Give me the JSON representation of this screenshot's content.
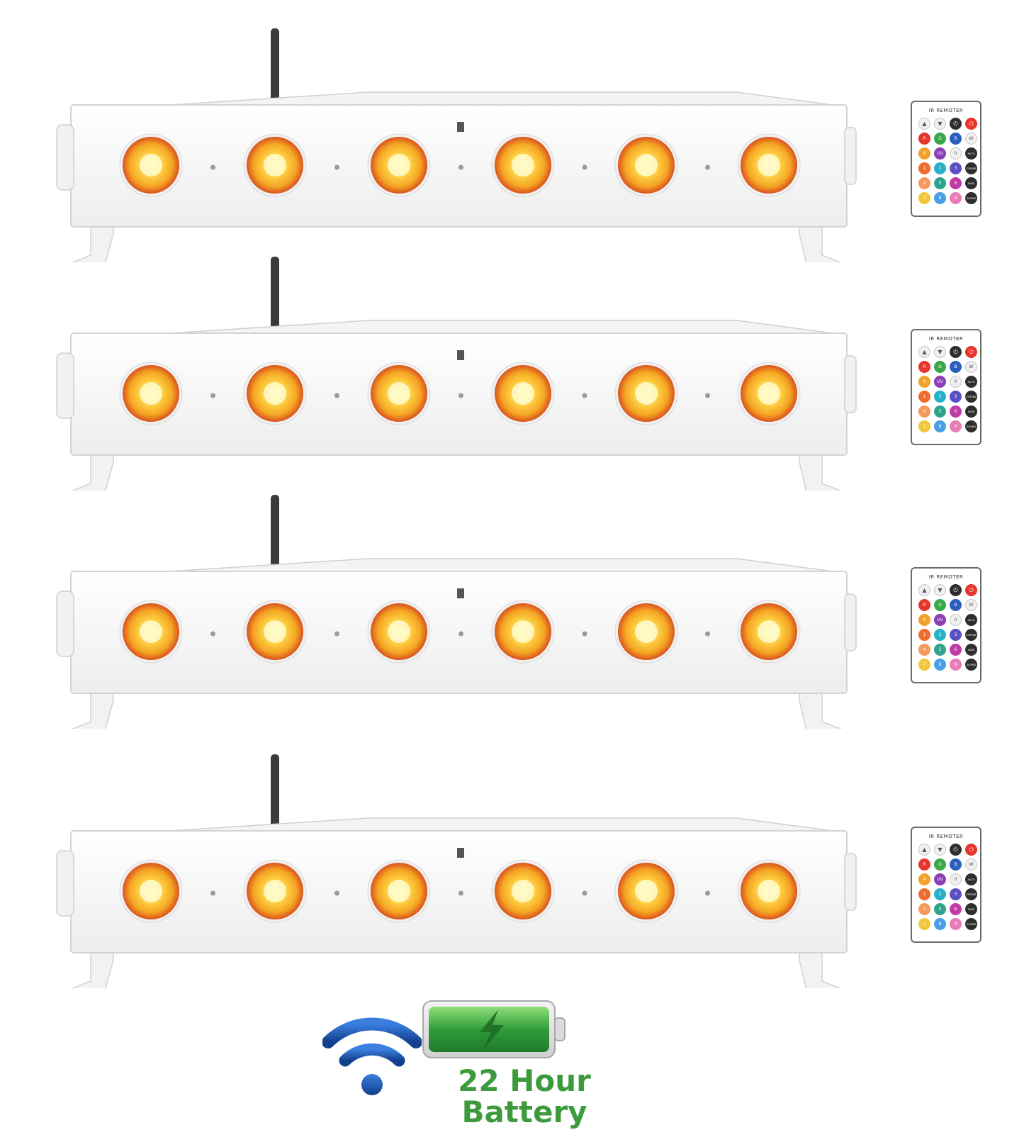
{
  "product_units": [
    {
      "id": "unit-1",
      "led_count": 6
    },
    {
      "id": "unit-2",
      "led_count": 6
    },
    {
      "id": "unit-3",
      "led_count": 6
    },
    {
      "id": "unit-4",
      "led_count": 6
    }
  ],
  "remote": {
    "title": "IR  REMOTER",
    "keys": [
      {
        "label": "",
        "icon": "up-arrow",
        "style": "light"
      },
      {
        "label": "",
        "icon": "down-arrow",
        "style": "light"
      },
      {
        "label": "",
        "icon": "power",
        "style": "dark"
      },
      {
        "label": "",
        "icon": "power",
        "style": "red"
      },
      {
        "label": "R",
        "style": "red"
      },
      {
        "label": "G",
        "style": "green"
      },
      {
        "label": "B",
        "style": "blue"
      },
      {
        "label": "W",
        "style": "light"
      },
      {
        "label": "A",
        "style": "amber"
      },
      {
        "label": "UV",
        "style": "purple"
      },
      {
        "label": "0",
        "style": "light"
      },
      {
        "label": "AUTO",
        "style": "dark"
      },
      {
        "label": "1",
        "style": "orange"
      },
      {
        "label": "2",
        "style": "cyan"
      },
      {
        "label": "3",
        "style": "violet"
      },
      {
        "label": "STROBE",
        "style": "dark"
      },
      {
        "label": "4",
        "style": "peach"
      },
      {
        "label": "5",
        "style": "teal"
      },
      {
        "label": "6",
        "style": "magenta"
      },
      {
        "label": "FADE",
        "style": "dark"
      },
      {
        "label": "7",
        "style": "yellow"
      },
      {
        "label": "8",
        "style": "skyblue"
      },
      {
        "label": "9",
        "style": "pink"
      },
      {
        "label": "SOUND",
        "style": "dark"
      }
    ]
  },
  "badge": {
    "wireless_icon": "wifi-icon",
    "battery_icon": "battery-charging-icon",
    "caption_line1": "22 Hour",
    "caption_line2": "Battery"
  },
  "colors": {
    "led_core": "#fff6a8",
    "led_ring": "#f5a623",
    "led_edge": "#d9531e",
    "battery_green": "#3d9b3e",
    "wifi_blue": "#1f5fb8",
    "key_red": "#e5352c",
    "key_green": "#38a84a",
    "key_blue": "#2b5fbf"
  }
}
